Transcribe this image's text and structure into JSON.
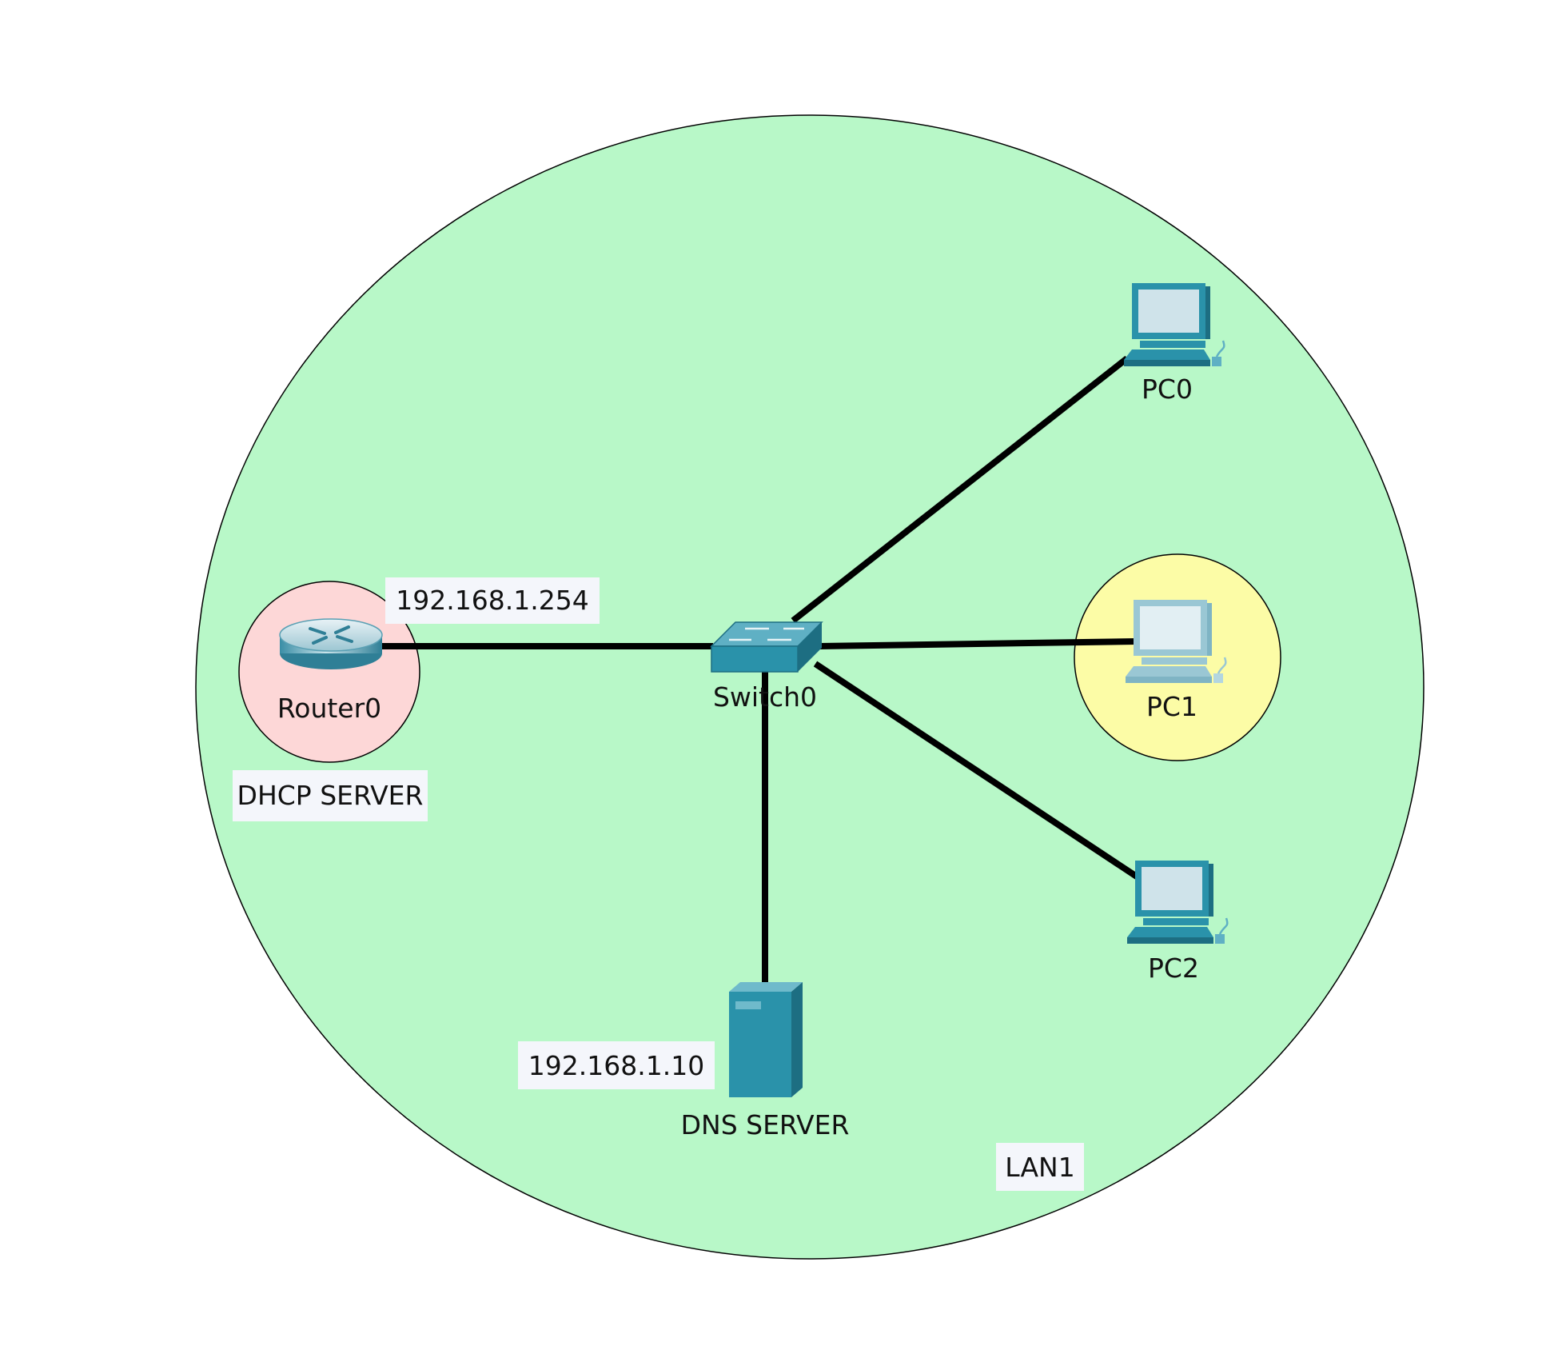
{
  "areas": {
    "lan": {
      "fill": "#b8f8c8",
      "stroke": "#000000"
    },
    "router_zone": {
      "fill": "#fdd7d7",
      "stroke": "#000000"
    },
    "pc1_zone": {
      "fill": "#fcfca6",
      "stroke": "#000000"
    }
  },
  "devices": {
    "router": {
      "label": "Router0",
      "icon": "router-icon"
    },
    "switch": {
      "label": "Switch0",
      "icon": "switch-icon"
    },
    "pc0": {
      "label": "PC0",
      "icon": "pc-icon"
    },
    "pc1": {
      "label": "PC1",
      "icon": "pc-icon"
    },
    "pc2": {
      "label": "PC2",
      "icon": "pc-icon"
    },
    "dns": {
      "label": "DNS SERVER",
      "icon": "server-icon"
    }
  },
  "notes": {
    "router_ip": "192.168.1.254",
    "dhcp": "DHCP SERVER",
    "dns_ip": "192.168.1.10",
    "lan": "LAN1"
  },
  "links": [
    {
      "from": "Router0",
      "to": "Switch0"
    },
    {
      "from": "Switch0",
      "to": "PC0"
    },
    {
      "from": "Switch0",
      "to": "PC1"
    },
    {
      "from": "Switch0",
      "to": "PC2"
    },
    {
      "from": "Switch0",
      "to": "DNS SERVER"
    }
  ],
  "colors": {
    "device_teal": "#2a92aa",
    "device_light": "#cfe3ea",
    "device_dark": "#1d6e82",
    "link": "#000000"
  }
}
